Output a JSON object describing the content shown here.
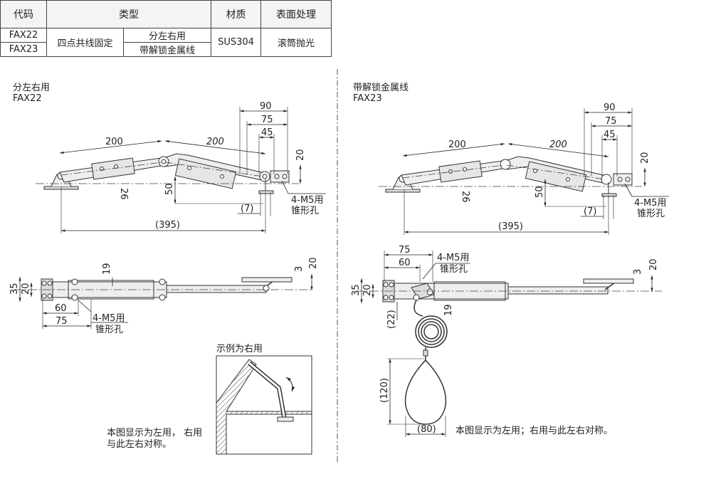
{
  "table": {
    "headers": [
      "代码",
      "类型",
      "材质",
      "表面处理"
    ],
    "codes": [
      "FAX22",
      "FAX23"
    ],
    "type_main": "四点共线固定",
    "subtypes": [
      "分左右用",
      "带解锁金属线"
    ],
    "material": "SUS304",
    "finish": "滚筒抛光"
  },
  "left_view": {
    "title": "分左右用",
    "code": "FAX22",
    "dim_200_a": "200",
    "dim_200_b": "200",
    "dim_90": "90",
    "dim_75": "75",
    "dim_45": "45",
    "dim_20": "20",
    "dim_26": "26",
    "dim_50": "50",
    "dim_7": "(7)",
    "dim_395": "(395)",
    "hole_label": "4-M5用",
    "hole_label2": "锥形孔",
    "bottom_35": "35",
    "bottom_20": "20",
    "bottom_60": "60",
    "bottom_75": "75",
    "bottom_19": "19",
    "bottom_3": "3",
    "bottom_20r": "20",
    "bottom_hole": "4-M5用",
    "bottom_hole2": "锥形孔"
  },
  "right_view": {
    "title": "带解锁金属线",
    "code": "FAX23",
    "dim_200_a": "200",
    "dim_200_b": "200",
    "dim_90": "90",
    "dim_75": "75",
    "dim_45": "45",
    "dim_20": "20",
    "dim_26": "26",
    "dim_50": "50",
    "dim_7": "(7)",
    "dim_395": "(395)",
    "hole_label": "4-M5用",
    "hole_label2": "锥形孔",
    "bottom_75": "75",
    "bottom_60": "60",
    "bottom_35": "35",
    "bottom_20": "20",
    "bottom_19": "19",
    "bottom_22": "(22)",
    "bottom_3": "3",
    "bottom_20r": "20",
    "dim_120": "(120)",
    "dim_80": "(80)",
    "note": "本图显示为左用；右用与此左右对称。"
  },
  "example": {
    "title": "示例为右用",
    "note_line1": "本图显示为左用， 右用",
    "note_line2": "与此左右对称。"
  }
}
